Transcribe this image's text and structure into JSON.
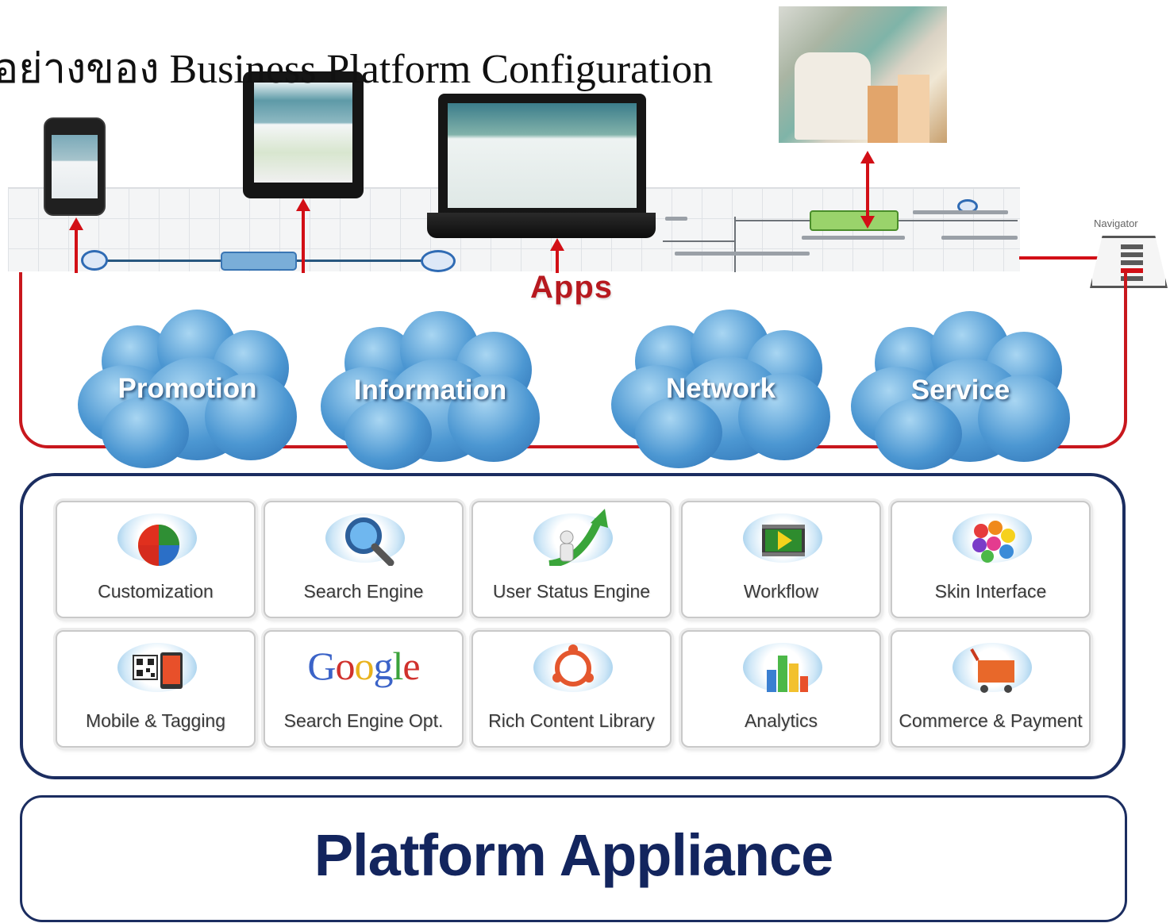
{
  "title": "อย่างของ Business Platform Configuration",
  "navigator": {
    "label": "Navigator"
  },
  "apps": {
    "title": "Apps",
    "clouds": [
      {
        "label": "Promotion"
      },
      {
        "label": "Information"
      },
      {
        "label": "Network"
      },
      {
        "label": "Service"
      }
    ]
  },
  "modules": [
    {
      "label": "Customization",
      "icon": "pie-chart-icon"
    },
    {
      "label": "Search Engine",
      "icon": "magnifier-icon"
    },
    {
      "label": "User Status Engine",
      "icon": "person-arrow-icon"
    },
    {
      "label": "Workflow",
      "icon": "film-play-icon"
    },
    {
      "label": "Skin Interface",
      "icon": "color-palette-icon"
    },
    {
      "label": "Mobile & Tagging",
      "icon": "qr-phone-icon"
    },
    {
      "label": "Search Engine Opt.",
      "icon": "google-logo"
    },
    {
      "label": "Rich Content Library",
      "icon": "ubuntu-icon"
    },
    {
      "label": "Analytics",
      "icon": "bar-chart-icon"
    },
    {
      "label": "Commerce & Payment",
      "icon": "shopping-cart-icon"
    }
  ],
  "google_logo": "Google",
  "platform": {
    "title": "Platform Appliance"
  },
  "colors": {
    "red": "#d20f16",
    "navy": "#1b2d60",
    "cloud_blue": "#4c97d2"
  }
}
